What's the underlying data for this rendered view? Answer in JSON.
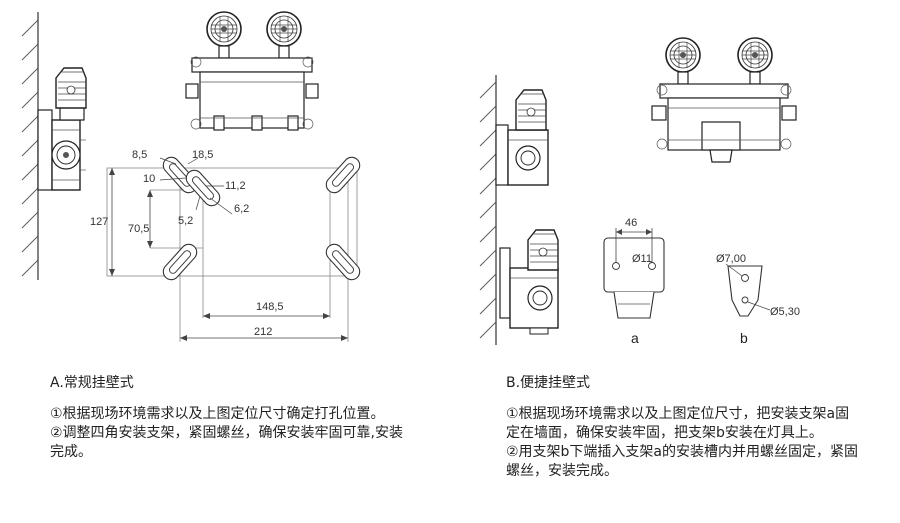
{
  "section_a": {
    "title": "A.常规挂壁式",
    "step1": "①根据现场环境需求以及上图定位尺寸确定打孔位置。",
    "step2": "②调整四角安装支架，紧固螺丝，确保安装牢固可靠,安装完成。",
    "dims": {
      "d8_5": "8,5",
      "d18_5": "18,5",
      "d10": "10",
      "d11_2": "11,2",
      "d5_2": "5,2",
      "d6_2": "6,2",
      "d127": "127",
      "d70_5": "70,5",
      "d148_5": "148,5",
      "d212": "212"
    }
  },
  "section_b": {
    "title": "B.便捷挂壁式",
    "step1": "①根据现场环境需求以及上图定位尺寸，把安装支架a固定在墙面，确保安装牢固，把支架b安装在灯具上。",
    "step2": "②用支架b下端插入支架a的安装槽内并用螺丝固定，紧固螺丝，安装完成。",
    "dims": {
      "d46": "46",
      "d11": "Ø11",
      "d7": "Ø7,00",
      "d5_30": "Ø5,30"
    },
    "label_a": "a",
    "label_b": "b"
  }
}
